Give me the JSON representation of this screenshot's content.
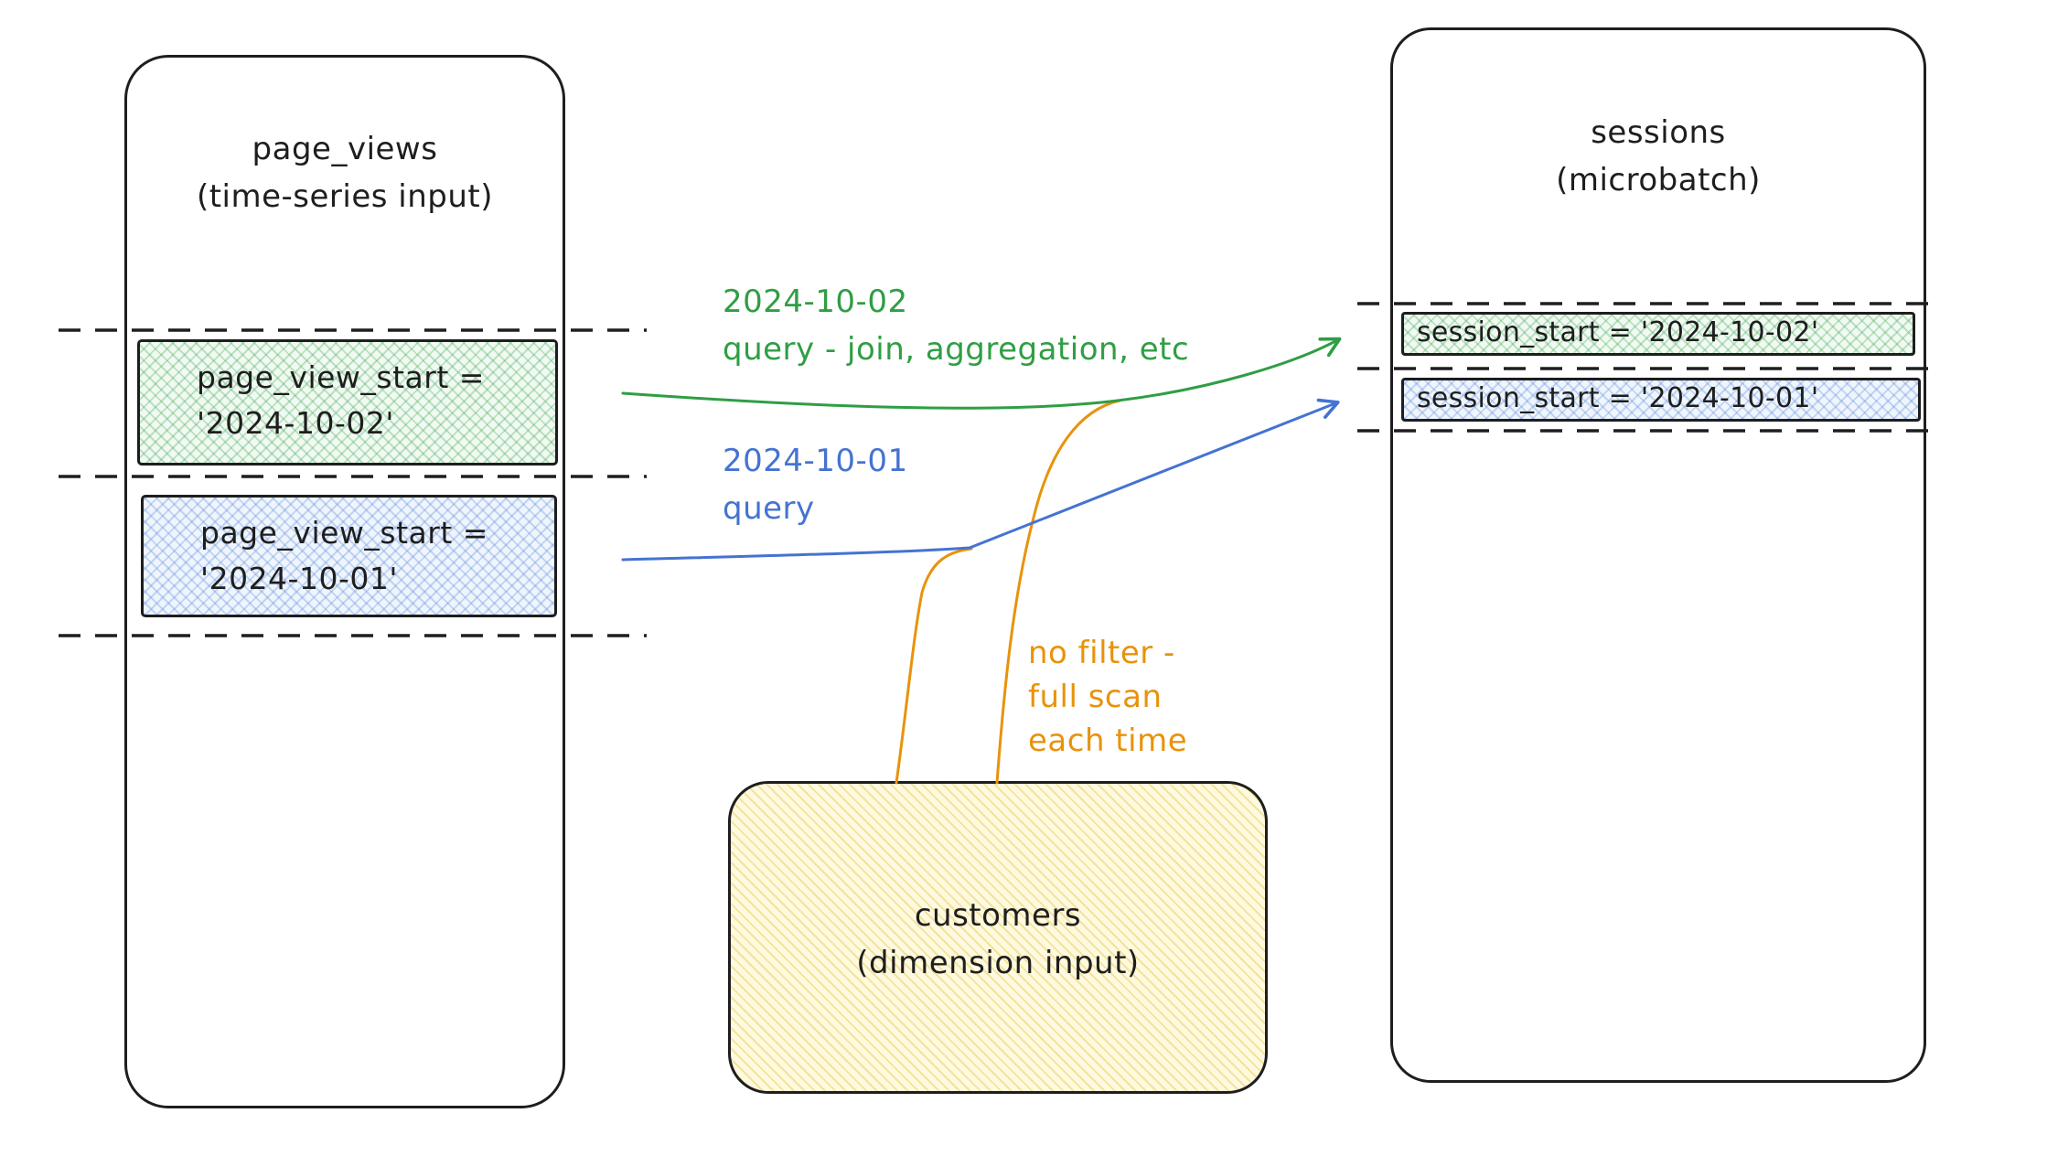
{
  "diagram": {
    "left_panel": {
      "title_line1": "page_views",
      "title_line2": "(time-series input)",
      "partitions": [
        {
          "label_line1": "page_view_start =",
          "label_line2": "'2024-10-02'",
          "color": "green"
        },
        {
          "label_line1": "page_view_start =",
          "label_line2": "'2024-10-01'",
          "color": "blue"
        }
      ]
    },
    "right_panel": {
      "title_line1": "sessions",
      "title_line2": "(microbatch)",
      "rows": [
        {
          "label": "session_start = '2024-10-02'",
          "color": "green"
        },
        {
          "label": "session_start = '2024-10-01'",
          "color": "blue"
        }
      ]
    },
    "customers_box": {
      "title_line1": "customers",
      "title_line2": "(dimension input)"
    },
    "annotations": {
      "green_query_line1": "2024-10-02",
      "green_query_line2": "query - join, aggregation, etc",
      "blue_query_line1": "2024-10-01",
      "blue_query_line2": "query",
      "orange_note_line1": "no filter -",
      "orange_note_line2": "full scan",
      "orange_note_line3": "each time"
    },
    "colors": {
      "green": "#2f9e44",
      "blue": "#4573d2",
      "orange": "#e8930c",
      "ink": "#1e1e1e",
      "green_fill": "#f1faf2",
      "blue_fill": "#eef5fd",
      "yellow_fill": "#fefadf"
    }
  }
}
